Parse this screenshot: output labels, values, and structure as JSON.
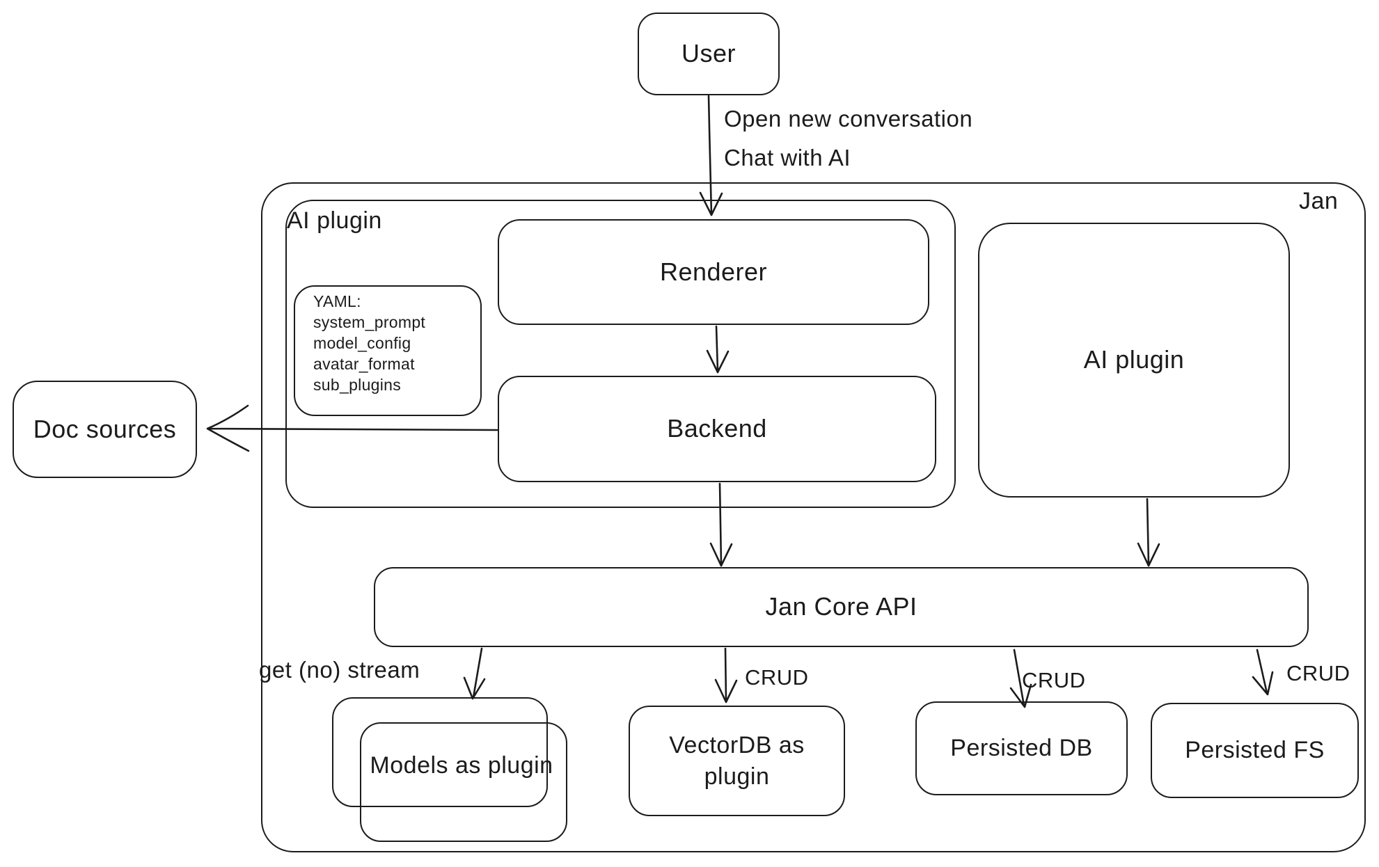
{
  "colors": {
    "stroke": "#1b1b1b",
    "background": "#ffffff"
  },
  "diagram": {
    "nodes": {
      "user": {
        "label": "User"
      },
      "jan": {
        "label": "Jan"
      },
      "ai_plugin_left": {
        "label": "AI plugin"
      },
      "renderer": {
        "label": "Renderer"
      },
      "backend": {
        "label": "Backend"
      },
      "yaml_note": {
        "lines": [
          "YAML:",
          "system_prompt",
          "model_config",
          "avatar_format",
          "sub_plugins"
        ]
      },
      "ai_plugin_right": {
        "label": "AI plugin"
      },
      "doc_sources": {
        "label": "Doc sources"
      },
      "jan_core_api": {
        "label": "Jan Core API"
      },
      "models_plugin": {
        "label": "Models as plugin"
      },
      "vectordb_plugin": {
        "label": "VectorDB as plugin"
      },
      "persisted_db": {
        "label": "Persisted DB"
      },
      "persisted_fs": {
        "label": "Persisted FS"
      }
    },
    "edge_labels": {
      "user_to_renderer_line1": "Open new conversation",
      "user_to_renderer_line2": "Chat with AI",
      "get_no_stream": "get (no) stream",
      "crud_vectordb": "CRUD",
      "crud_persisted_db": "CRUD",
      "crud_persisted_fs": "CRUD"
    }
  }
}
